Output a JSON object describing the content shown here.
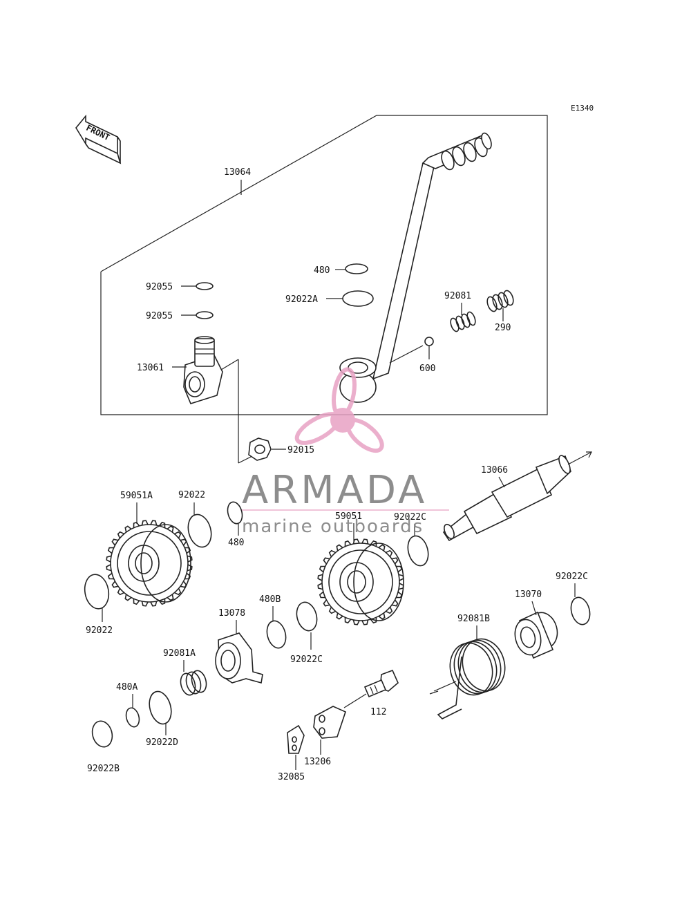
{
  "diagram_code": "E1340",
  "front_label": "FRONT",
  "parts": {
    "p13064": "13064",
    "p480_top": "480",
    "p92022A": "92022A",
    "p92055_a": "92055",
    "p92055_b": "92055",
    "p92081": "92081",
    "p290": "290",
    "p13061": "13061",
    "p600": "600",
    "p92015": "92015",
    "p13066": "13066",
    "p59051A": "59051A",
    "p92022_top": "92022",
    "p480_mid": "480",
    "p59051": "59051",
    "p92022C_a": "92022C",
    "p92022C_b": "92022C",
    "p92022_left": "92022",
    "p13070": "13070",
    "p92081B": "92081B",
    "p13078": "13078",
    "p480B": "480B",
    "p92022C_c": "92022C",
    "p92081A": "92081A",
    "p480A": "480A",
    "p92022D": "92022D",
    "p92022B": "92022B",
    "p112": "112",
    "p13206": "13206",
    "p32085": "32085"
  },
  "watermark": {
    "brand": "ARMADA",
    "tagline": "marine outboards",
    "accent_color": "#e8a2c4",
    "text_color": "#7a7a7a"
  }
}
